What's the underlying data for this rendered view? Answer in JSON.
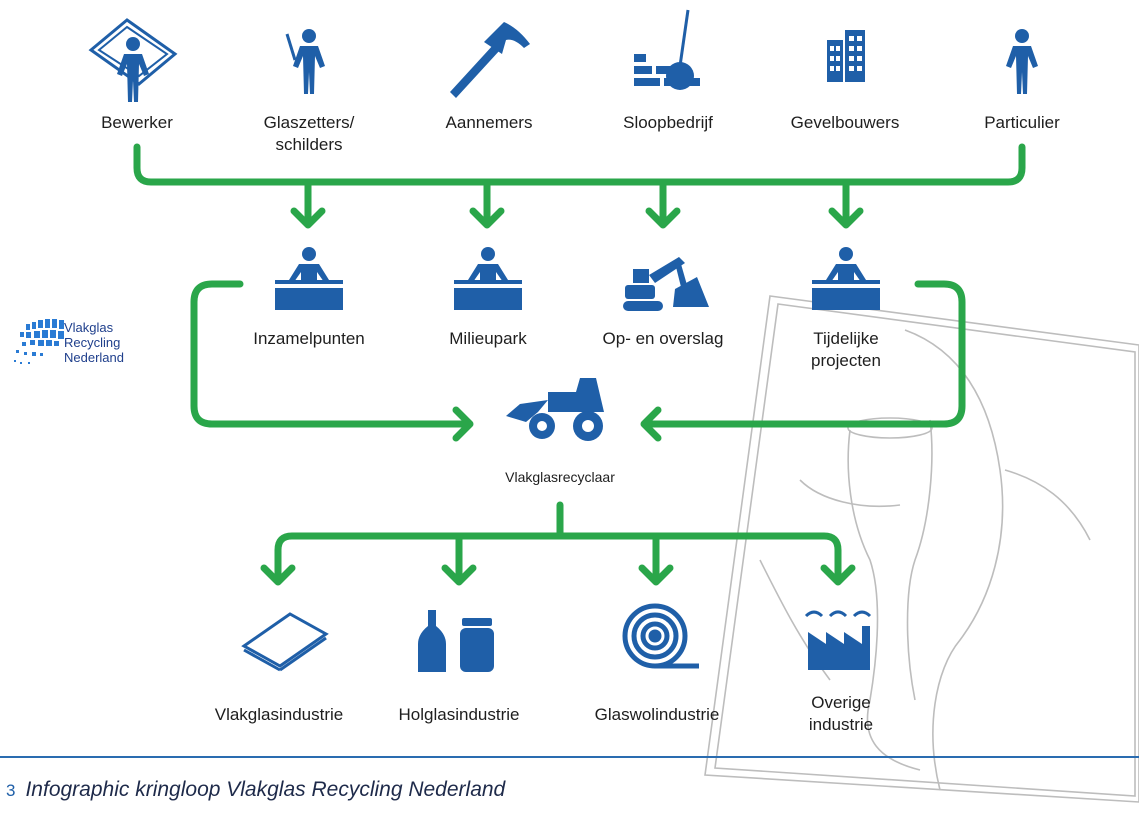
{
  "colors": {
    "icon_blue": "#1f5fa8",
    "arrow_green": "#2aa64a",
    "line_blue": "#2a6cb0",
    "sketch_grey": "#bdbdbd"
  },
  "sources": [
    {
      "label": "Bewerker",
      "icon": "person-with-glass-pane-icon"
    },
    {
      "label": "Glaszetters/\nschilders",
      "icon": "glazier-person-icon"
    },
    {
      "label": "Aannemers",
      "icon": "hammer-icon"
    },
    {
      "label": "Sloopbedrijf",
      "icon": "wrecking-ball-icon"
    },
    {
      "label": "Gevelbouwers",
      "icon": "building-facade-icon"
    },
    {
      "label": "Particulier",
      "icon": "person-icon"
    }
  ],
  "collection": [
    {
      "label": "Inzamelpunten",
      "icon": "person-at-container-icon"
    },
    {
      "label": "Milieupark",
      "icon": "person-at-container-icon"
    },
    {
      "label": "Op- en overslag",
      "icon": "excavator-icon"
    },
    {
      "label": "Tijdelijke\nprojecten",
      "icon": "person-at-container-icon"
    }
  ],
  "recycler": {
    "label": "Vlakglasrecyclaar",
    "icon": "wheel-loader-icon"
  },
  "outputs": [
    {
      "label": "Vlakglasindustrie",
      "icon": "flat-glass-pane-icon"
    },
    {
      "label": "Holglasindustrie",
      "icon": "bottle-and-jar-icon"
    },
    {
      "label": "Glaswolindustrie",
      "icon": "glass-wool-roll-icon"
    },
    {
      "label": "Overige\nindustrie",
      "icon": "factory-icon"
    }
  ],
  "logo": {
    "text": "Vlakglas\nRecycling\nNederland"
  },
  "caption": {
    "number": "3",
    "text": "Infographic kringloop Vlakglas Recycling Nederland"
  }
}
